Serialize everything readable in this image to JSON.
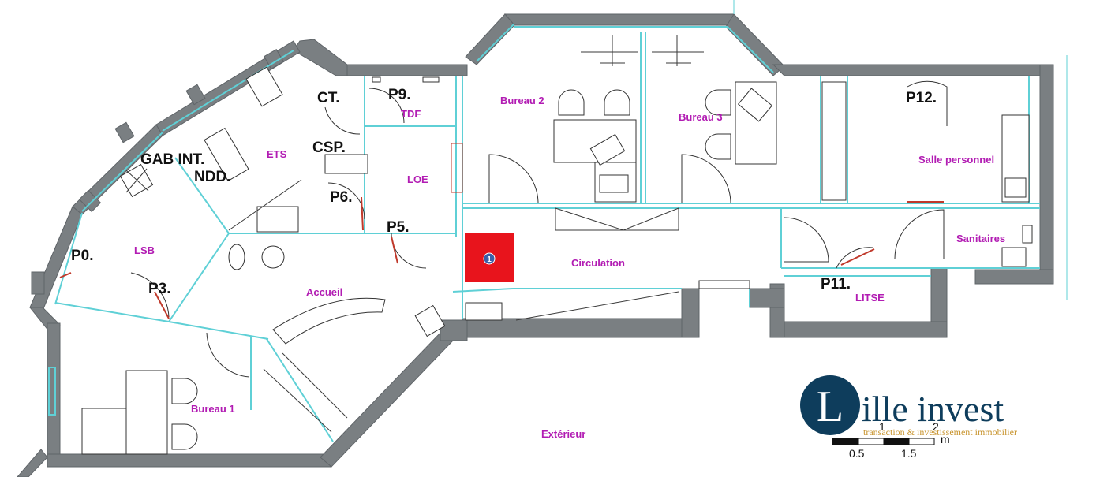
{
  "rooms": {
    "bureau2": "Bureau 2",
    "bureau3": "Bureau 3",
    "tdf": "TDF",
    "ets": "ETS",
    "loe": "LOE",
    "lsb": "LSB",
    "accueil": "Accueil",
    "circulation": "Circulation",
    "salle_personnel": "Salle personnel",
    "sanitaires": "Sanitaires",
    "litse": "LITSE",
    "bureau1": "Bureau 1",
    "exterieur": "Extérieur"
  },
  "codes": {
    "ct": "CT.",
    "p9": "P9.",
    "p12": "P12.",
    "gab_int": "GAB INT.",
    "ndd": "NDD.",
    "csp": "CSP.",
    "p6": "P6.",
    "p5": "P5.",
    "p0": "P0.",
    "p3": "P3.",
    "p11": "P11."
  },
  "marker": {
    "number": "1",
    "color": "#e8141c"
  },
  "logo": {
    "letter": "L",
    "brand": "ille invest",
    "tagline": "transaction & investissement immobilier",
    "color_primary": "#0e3d5c",
    "color_accent": "#c8942e"
  },
  "scale": {
    "top_ticks": [
      "1",
      "2"
    ],
    "unit": "m",
    "bottom_ticks": [
      "0.5",
      "1.5"
    ]
  },
  "colors": {
    "wall": "#7a7f82",
    "inner_wall": "#5fd0d6",
    "room_label": "#b21cb3"
  }
}
